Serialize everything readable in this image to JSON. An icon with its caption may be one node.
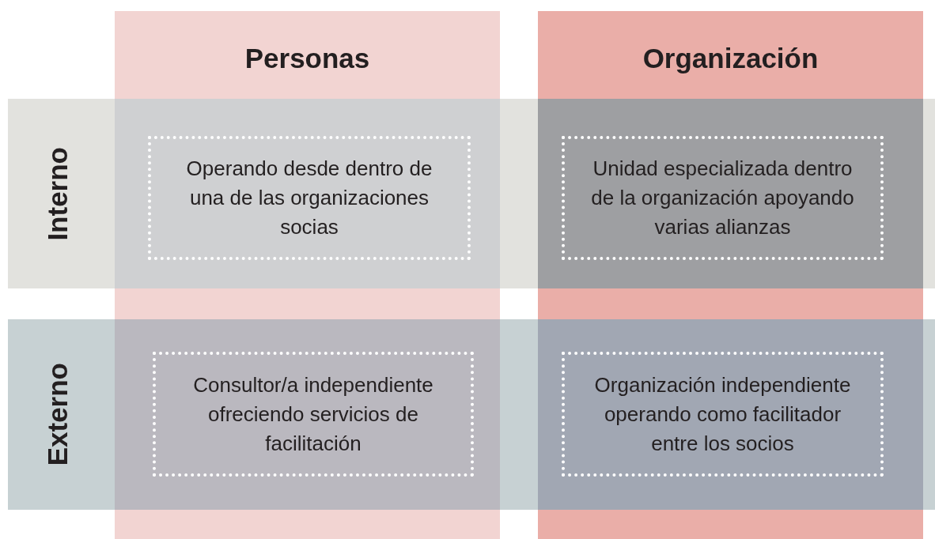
{
  "diagram": {
    "nodes": [
      {
        "text": [
          "Personas"
        ]
      },
      {
        "text": [
          "Organización"
        ]
      },
      {
        "text": [
          "Interno"
        ]
      },
      {
        "text": [
          "Externo"
        ]
      },
      {
        "text": [
          "Operando desde dentro de una de las organizaciones socias"
        ]
      },
      {
        "text": [
          "Unidad especializada dentro de la organización apoyando varias alianzas"
        ]
      },
      {
        "text": [
          "Consultor/a independiente ofreciendo servicios de facilitación"
        ]
      },
      {
        "text": [
          "Organización independiente operando como facilitador entre los socios"
        ]
      }
    ],
    "edges": []
  }
}
